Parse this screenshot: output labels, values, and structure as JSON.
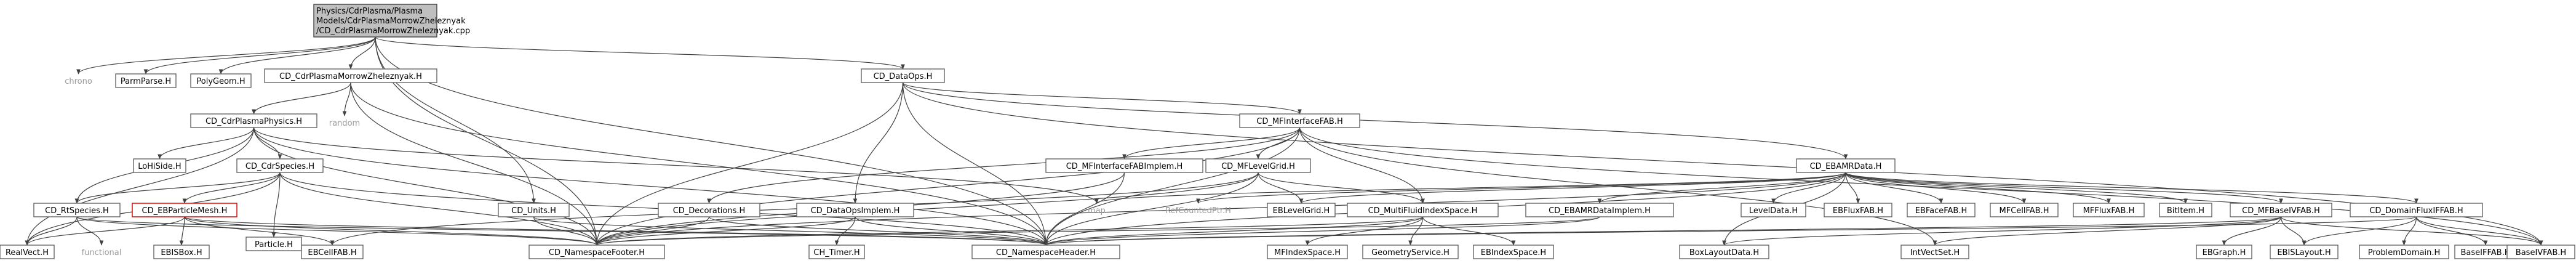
{
  "graph": {
    "nodes": {
      "root": "Physics/CdrPlasma/Plasma Models/CdrPlasmaMorrowZheleznyak /CD_CdrPlasmaMorrowZheleznyak.cpp",
      "chrono": "chrono",
      "parmparse": "ParmParse.H",
      "polygeom": "PolyGeom.H",
      "morrow_h": "CD_CdrPlasmaMorrowZheleznyak.H",
      "random": "random",
      "cdrplasmaphysics": "CD_CdrPlasmaPhysics.H",
      "lookside": "LoHiSide.H",
      "cdrspecies": "CD_CdrSpecies.H",
      "rtspecies": "CD_RtSpecies.H",
      "ebparticlemesh": "CD_EBParticleMesh.H",
      "particle": "Particle.H",
      "realvect": "RealVect.H",
      "functional": "functional",
      "ebisbox": "EBISBox.H",
      "ebcellfab": "EBCellFAB.H",
      "units": "CD_Units.H",
      "decorations": "CD_Decorations.H",
      "namespacefooter": "CD_NamespaceFooter.H",
      "dataops": "CD_DataOps.H",
      "dataopsimplem": "CD_DataOpsImplem.H",
      "ch_timer": "CH_Timer.H",
      "namespaceheader": "CD_NamespaceHeader.H",
      "mfinterfacefab": "CD_MFInterfaceFAB.H",
      "mfinterfacefabimplem": "CD_MFInterfaceFABImplem.H",
      "mflevelgrid": "CD_MFLevelGrid.H",
      "map": "map",
      "refcountedptr": "RefCountedPtr.H",
      "eblevelgrid": "EBLevelGrid.H",
      "multifluidindexspace": "CD_MultiFluidIndexSpace.H",
      "mfindexspace": "MFIndexSpace.H",
      "geometryservice": "GeometryService.H",
      "ebindexspace": "EBIndexSpace.H",
      "ebamrdata": "CD_EBAMRData.H",
      "ebamrdataimplem": "CD_EBAMRDataImplem.H",
      "boxlayoutdata": "BoxLayoutData.H",
      "intvectset": "IntVectSet.H",
      "leveldata": "LevelData.H",
      "ebfluxfab": "EBFluxFAB.H",
      "ebfacefab": "EBFaceFAB.H",
      "mfcellfab": "MFCellFAB.H",
      "mffluxfab": "MFFluxFAB.H",
      "bititem": "BitItem.H",
      "mfbaseivfab": "CD_MFBaseIVFAB.H",
      "ebgraph": "EBGraph.H",
      "ebislayout": "EBISLayout.H",
      "domainfluxiffab": "CD_DomainFluxIFFAB.H",
      "problemdomain": "ProblemDomain.H",
      "baseiffab": "BaseIFFAB.H",
      "baseivfab": "BaseIVFAB.H"
    }
  }
}
